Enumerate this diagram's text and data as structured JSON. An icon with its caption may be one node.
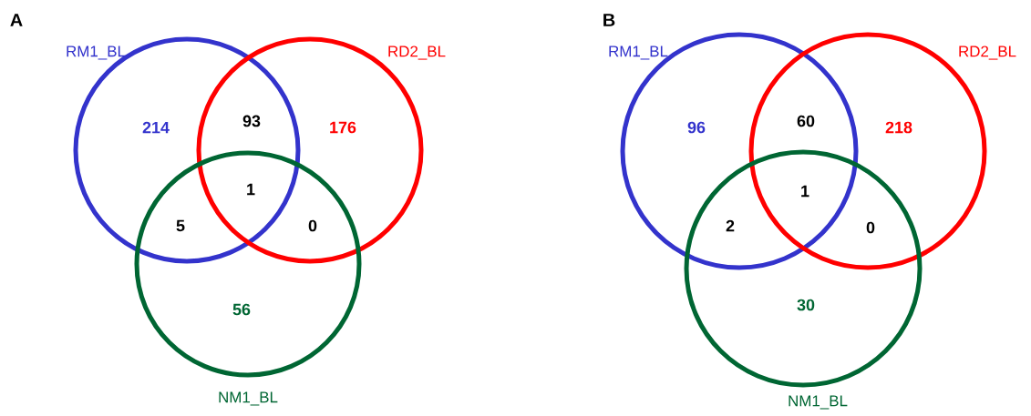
{
  "diagram": {
    "nodes": [
      {
        "text": [
          "RM1_BL"
        ]
      },
      {
        "text": [
          "RD2_BL"
        ]
      },
      {
        "text": [
          "NM1_BL"
        ]
      },
      {
        "text": [
          "RM1_BL"
        ]
      },
      {
        "text": [
          "RD2_BL"
        ]
      },
      {
        "text": [
          "NM1_BL"
        ]
      }
    ],
    "labels": [
      "A",
      "214",
      "93",
      "176",
      "1",
      "5",
      "0",
      "56",
      "B",
      "96",
      "60",
      "218",
      "1",
      "2",
      "0",
      "30"
    ]
  }
}
